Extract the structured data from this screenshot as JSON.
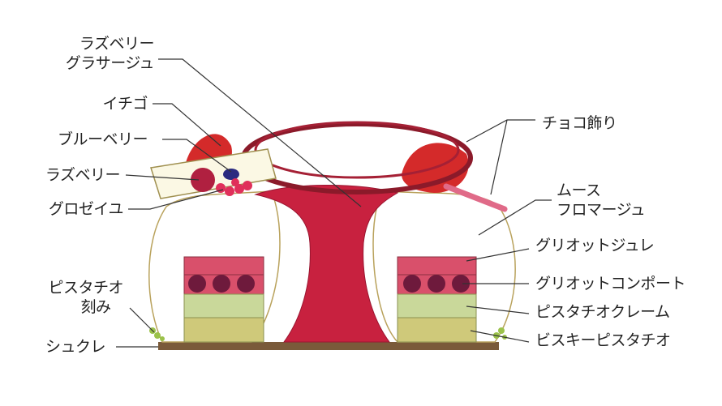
{
  "labels_left": {
    "glaze_line1": "ラズベリー",
    "glaze_line2": "グラサージュ",
    "strawberry": "イチゴ",
    "blueberry": "ブルーベリー",
    "raspberry": "ラズベリー",
    "groseille": "グロゼイユ",
    "pistachio_line1": "ピスタチオ",
    "pistachio_line2": "刻み",
    "sucree": "シュクレ"
  },
  "labels_right": {
    "choco": "チョコ飾り",
    "mousse_line1": "ムース",
    "mousse_line2": "フロマージュ",
    "griotte_jelly": "グリオットジュレ",
    "griotte_compote": "グリオットコンポート",
    "pistachio_creme": "ピスタチオクレーム",
    "biscuit": "ビスキーピスタチオ"
  },
  "colors": {
    "glaze": "#c8213f",
    "ring": "#8b1a2a",
    "strawberry": "#d42a2a",
    "jelly": "#d9506b",
    "cherry": "#6e1a3c",
    "creme": "#c9d89a",
    "biscuit": "#cfc97a",
    "base": "#7a5a3a"
  }
}
